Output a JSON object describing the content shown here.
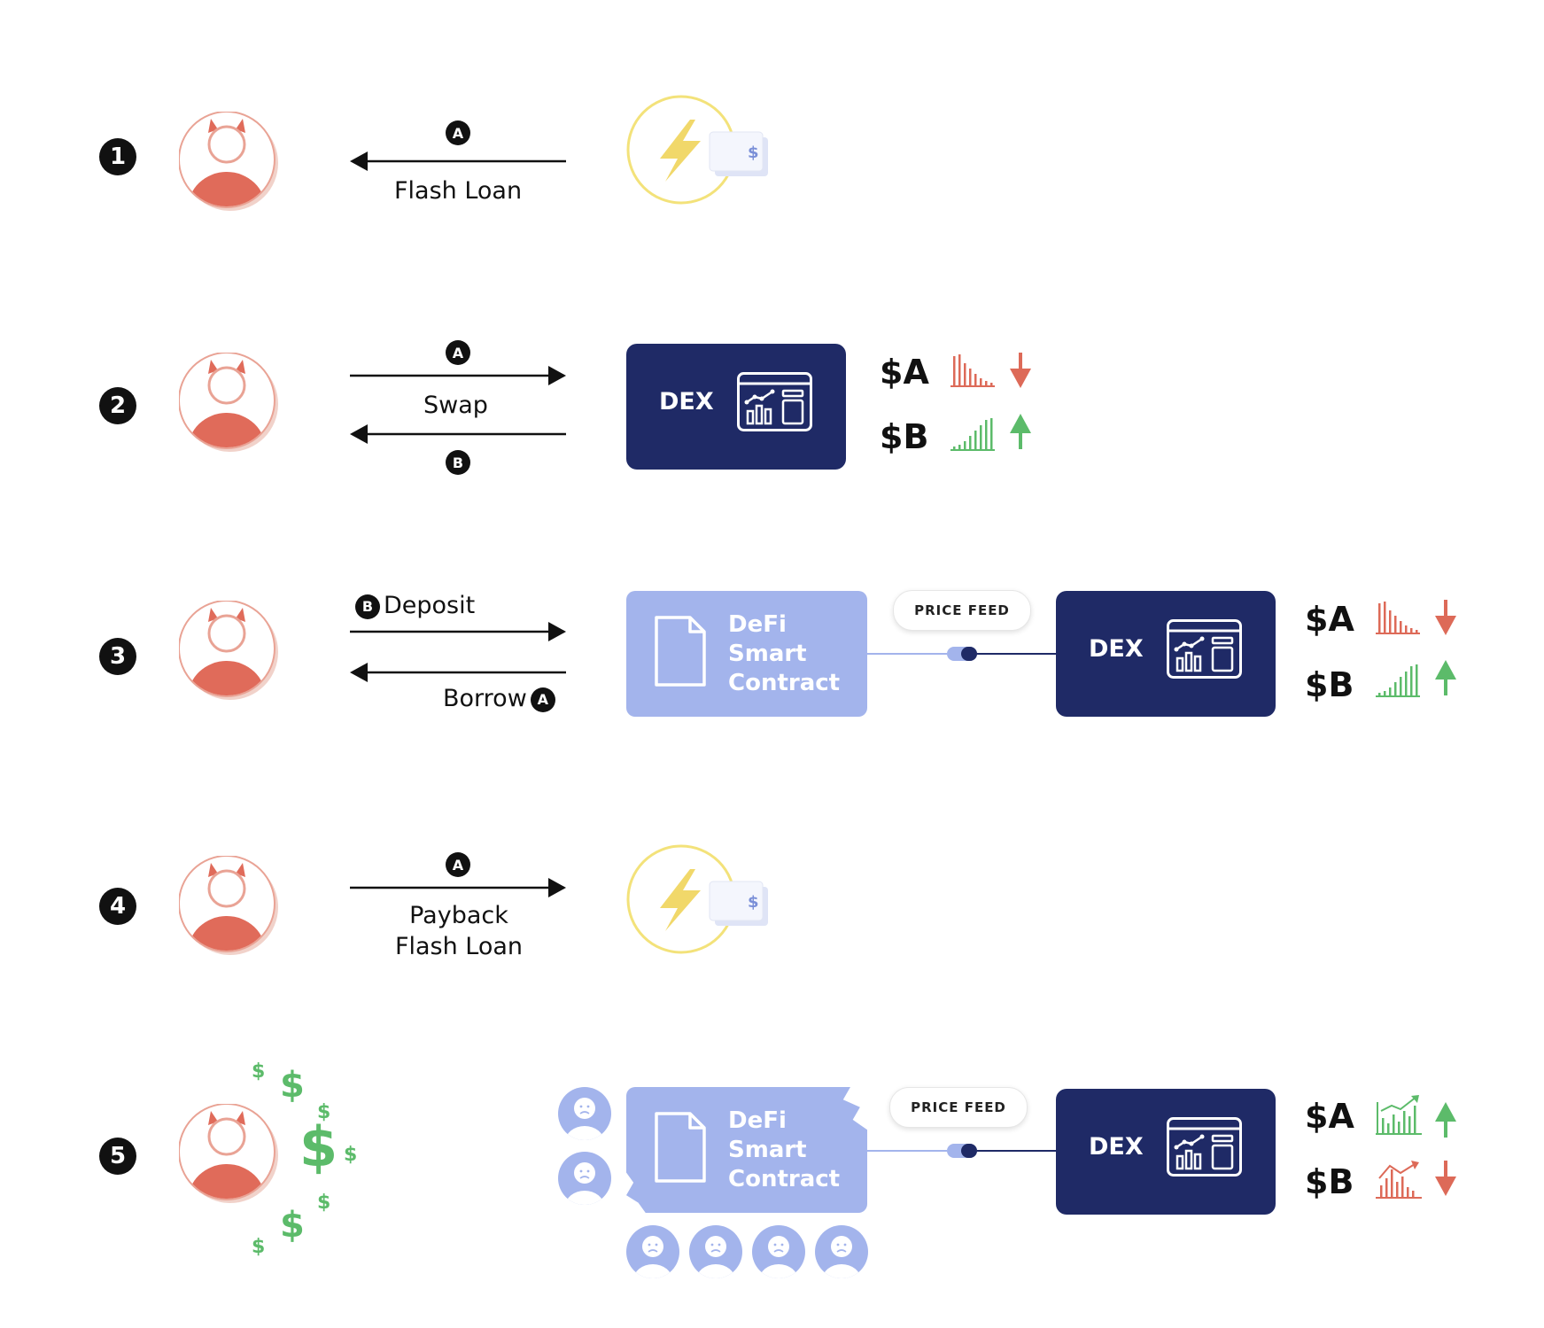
{
  "steps": [
    {
      "number": "1",
      "arrow_badge": "A",
      "label": "Flash Loan"
    },
    {
      "number": "2",
      "top_badge": "A",
      "label": "Swap",
      "bottom_badge": "B",
      "dex": "DEX",
      "tokens": [
        {
          "symbol": "$A",
          "trend": "down"
        },
        {
          "symbol": "$B",
          "trend": "up"
        }
      ]
    },
    {
      "number": "3",
      "deposit_badge": "B",
      "deposit_label": "Deposit",
      "borrow_label": "Borrow",
      "borrow_badge": "A",
      "defi_label": "DeFi\nSmart\nContract",
      "price_feed": "PRICE FEED",
      "dex": "DEX",
      "tokens": [
        {
          "symbol": "$A",
          "trend": "down"
        },
        {
          "symbol": "$B",
          "trend": "up"
        }
      ]
    },
    {
      "number": "4",
      "arrow_badge": "A",
      "label_line1": "Payback",
      "label_line2": "Flash Loan"
    },
    {
      "number": "5",
      "defi_label": "DeFi\nSmart\nContract",
      "price_feed": "PRICE FEED",
      "dex": "DEX",
      "tokens": [
        {
          "symbol": "$A",
          "trend": "up"
        },
        {
          "symbol": "$B",
          "trend": "down"
        }
      ]
    }
  ],
  "flash_loan_icon_text": "$",
  "colors": {
    "attacker": "#e06b5a",
    "dex": "#1f2a66",
    "defi": "#a3b4ec",
    "down": "#dd6a58",
    "up": "#5cbb6a",
    "lightning": "#f3e27a",
    "money": "#5cbb6a"
  },
  "icons": [
    "attacker-avatar-icon",
    "lightning-icon",
    "dex-chart-icon",
    "document-icon",
    "sad-user-icon",
    "dollar-icon"
  ]
}
